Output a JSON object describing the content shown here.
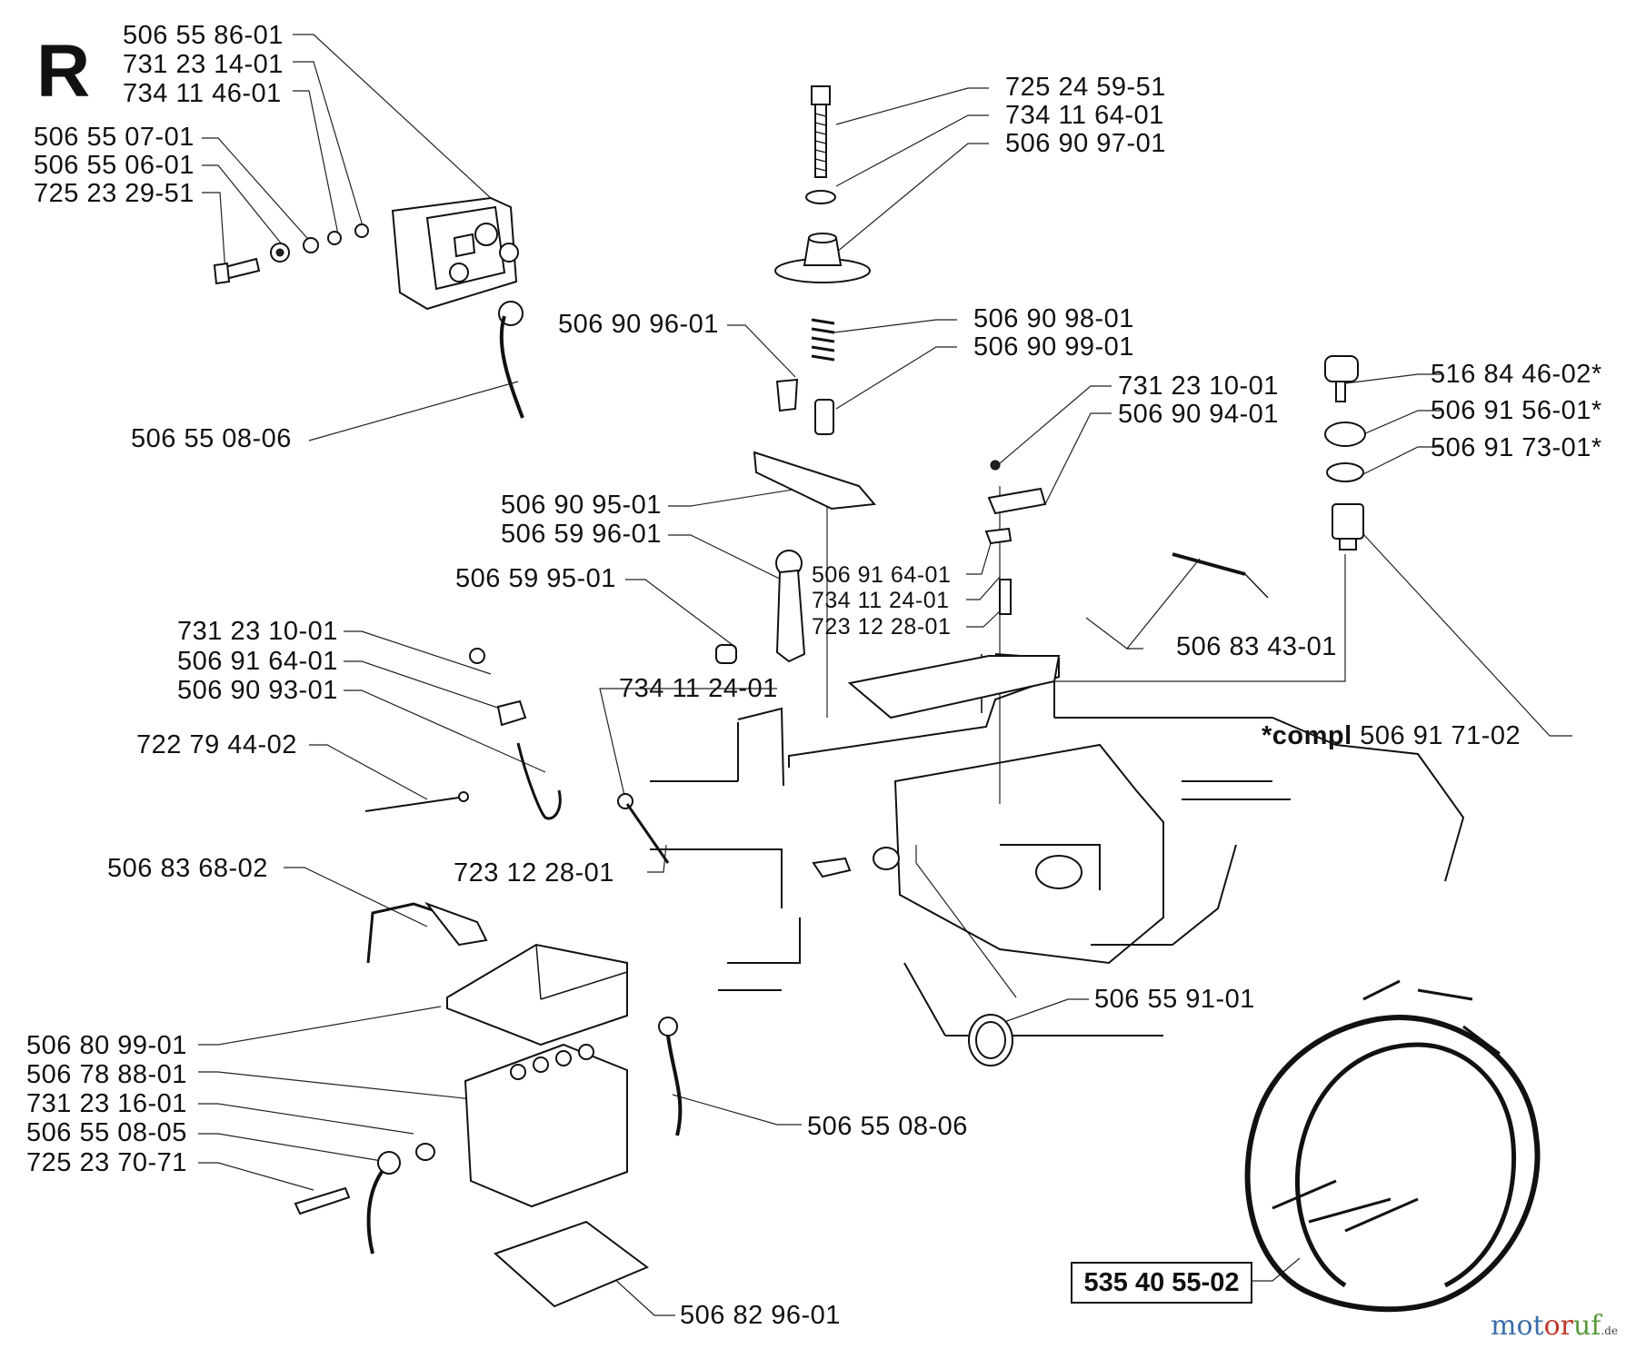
{
  "section_letter": "R",
  "labels": {
    "l01": "506 55 86-01",
    "l02": "731 23 14-01",
    "l03": "734 11 46-01",
    "l04": "506 55 07-01",
    "l05": "506 55 06-01",
    "l06": "725 23 29-51",
    "l07": "506 55 08-06",
    "l08": "725 24 59-51",
    "l09": "734 11 64-01",
    "l10": "506 90 97-01",
    "l11": "506 90 96-01",
    "l12": "506 90 98-01",
    "l13": "506 90 99-01",
    "l14": "506 90 95-01",
    "l15": "506 59 96-01",
    "l16": "506 59 95-01",
    "l17": "731 23 10-01",
    "l18": "506 90 94-01",
    "l19": "506 91 64-01",
    "l20": "734 11 24-01",
    "l21": "723 12 28-01",
    "l22": "506 83 43-01",
    "l23": "516 84 46-02*",
    "l24": "506 91 56-01*",
    "l25": "506 91 73-01*",
    "l26_prefix": "*compl",
    "l26": "506 91 71-02",
    "l27": "731 23 10-01",
    "l28": "506 91 64-01",
    "l29": "506 90 93-01",
    "l30": "722 79 44-02",
    "l31": "734 11 24-01",
    "l32": "723 12 28-01",
    "l33": "506 83 68-02",
    "l34": "506 55 91-01",
    "l35": "506 80 99-01",
    "l36": "506 78 88-01",
    "l37": "731 23 16-01",
    "l38": "506 55 08-05",
    "l39": "725 23 70-71",
    "l40": "506 55 08-06",
    "l41": "506 82 96-01",
    "kit_label": "535 40 55-02"
  },
  "watermark": {
    "part1": "mot",
    "part2": "or",
    "part3": "uf",
    "part4": ".de"
  }
}
